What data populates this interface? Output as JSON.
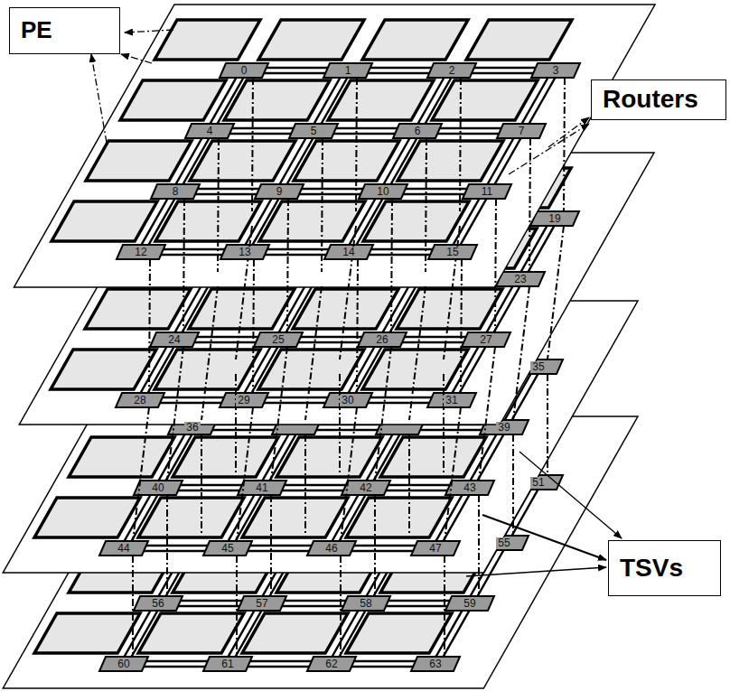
{
  "diagram": {
    "nodes": [
      {
        "text": [
          "PE"
        ]
      },
      {
        "text": [
          "Routers"
        ]
      },
      {
        "text": [
          "TSVs"
        ]
      }
    ],
    "labels": [
      "0",
      "1",
      "2",
      "3",
      "4",
      "5",
      "6",
      "7",
      "8",
      "9",
      "10",
      "11",
      "12",
      "13",
      "14",
      "15",
      "19",
      "23",
      "24",
      "25",
      "26",
      "27",
      "28",
      "29",
      "30",
      "31",
      "35",
      "36",
      "39",
      "40",
      "41",
      "42",
      "43",
      "44",
      "45",
      "46",
      "47",
      "51",
      "55",
      "56",
      "57",
      "58",
      "59",
      "60",
      "61",
      "62",
      "63"
    ]
  }
}
